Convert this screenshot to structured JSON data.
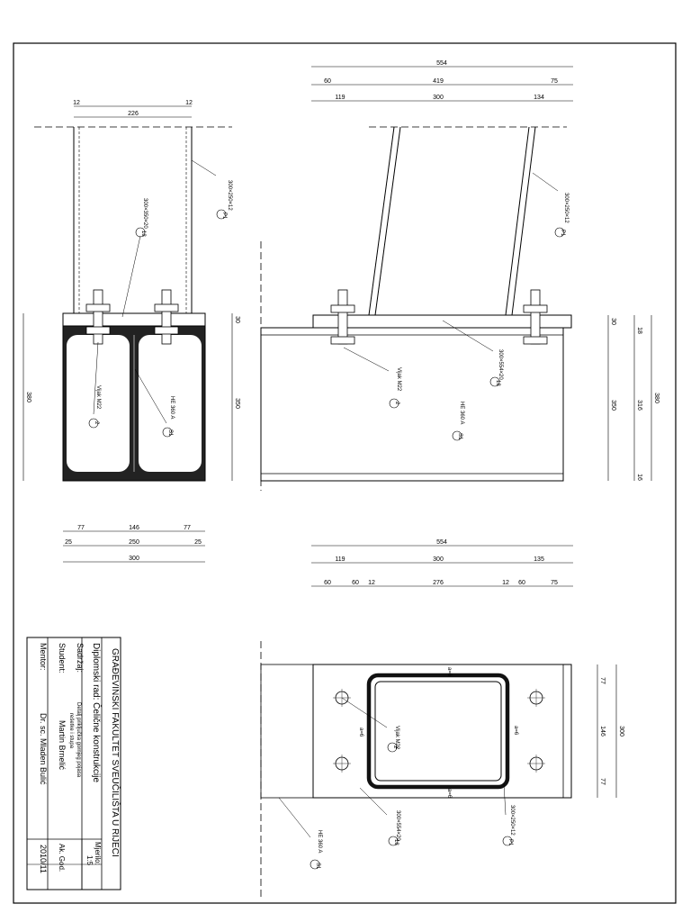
{
  "drawing": {
    "side_view": {
      "top_dims": [
        "12",
        "226",
        "12"
      ],
      "bottom_dims_row1": [
        "77",
        "146",
        "77"
      ],
      "bottom_dims_row2": [
        "25",
        "250",
        "25"
      ],
      "bottom_dims_row3": [
        "300"
      ],
      "left_height": "380",
      "right_heights": [
        "30",
        "350"
      ],
      "labels": {
        "column_tag": "300×250×12",
        "column_pos": "P1",
        "plate_tag": "300×350×20",
        "plate_pos": "18",
        "bolt_tag": "Vijak M22",
        "bolt_pos": "2",
        "beam_tag": "HE 360 A",
        "beam_pos": "S1"
      }
    },
    "front_view": {
      "top_dims_row1": [
        "554"
      ],
      "top_dims_row2": [
        "60",
        "419",
        "75"
      ],
      "top_dims_row3": [
        "119",
        "300",
        "134"
      ],
      "right_heights": [
        "30",
        "350",
        "380"
      ],
      "right_inner": [
        "18",
        "316",
        "16"
      ],
      "labels": {
        "column_tag": "300×250×12",
        "column_pos": "P1",
        "plate_tag": "300×554×20",
        "plate_pos": "18",
        "bolt_tag": "Vijak M22",
        "bolt_pos": "2",
        "beam_tag": "HE 360 A",
        "beam_pos": "S1"
      }
    },
    "plan_view": {
      "top_dims_row1": [
        "554"
      ],
      "top_dims_row2": [
        "119",
        "300",
        "135"
      ],
      "top_dims_row3": [
        "60",
        "60",
        "12",
        "276",
        "12",
        "60",
        "75"
      ],
      "right_dims": [
        "77",
        "146",
        "77"
      ],
      "right_total": "300",
      "weld_marks": [
        "a=6",
        "a=6",
        "a=6",
        "a=6"
      ],
      "labels": {
        "bolt_tag": "Vijak M22",
        "bolt_pos": "2",
        "column_tag": "300×250×12",
        "column_pos": "P1",
        "plate_tag": "300×554×20",
        "plate_pos": "18",
        "beam_tag": "HE 360 A",
        "beam_pos": "S1"
      }
    }
  },
  "title_block": {
    "faculty": "GRAĐEVINSKI FAKULTET SVEUČILIŠTA U RIJECI",
    "thesis": "Diplomski rad: Čelične konstrukcije",
    "scale_label": "Mjerilo:",
    "scale_value": "1:5",
    "content_label": "Sadržaj:",
    "content_line1": "Detalj priključka gornjeg pojasa",
    "content_line2": "rešetke i stupa",
    "student_label": "Student:",
    "student_name": "Martin Brnelić",
    "year_label": "Ak. God.",
    "mentor_label": "Mentor:",
    "mentor_name": "Dr. sc. Mladen Bulić",
    "year_value": "2010/11"
  }
}
